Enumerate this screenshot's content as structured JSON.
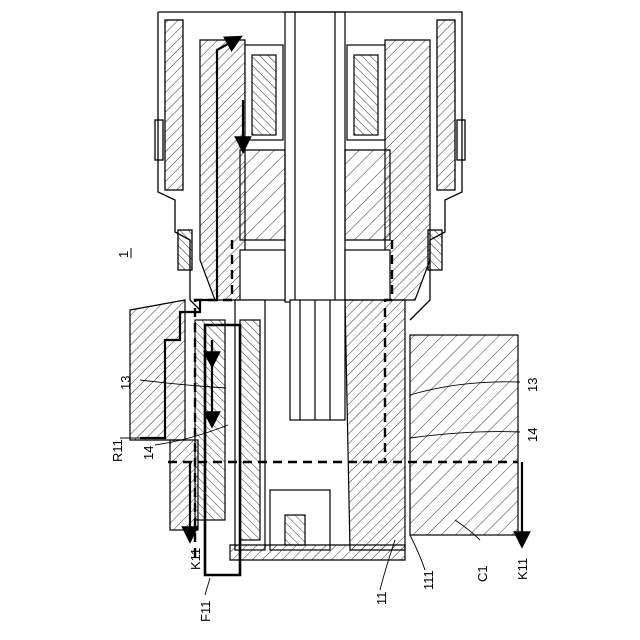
{
  "figure": {
    "reference_numeral": "1",
    "labels": {
      "l13_left": "13",
      "l13_right": "13",
      "l14_left": "14",
      "l14_right": "14",
      "r11": "R11",
      "k11_left": "K11",
      "k11_right": "K11",
      "f11": "F11",
      "l11": "11",
      "l111": "111",
      "c1": "C1"
    }
  },
  "colors": {
    "ink": "#000000",
    "background": "#ffffff"
  }
}
